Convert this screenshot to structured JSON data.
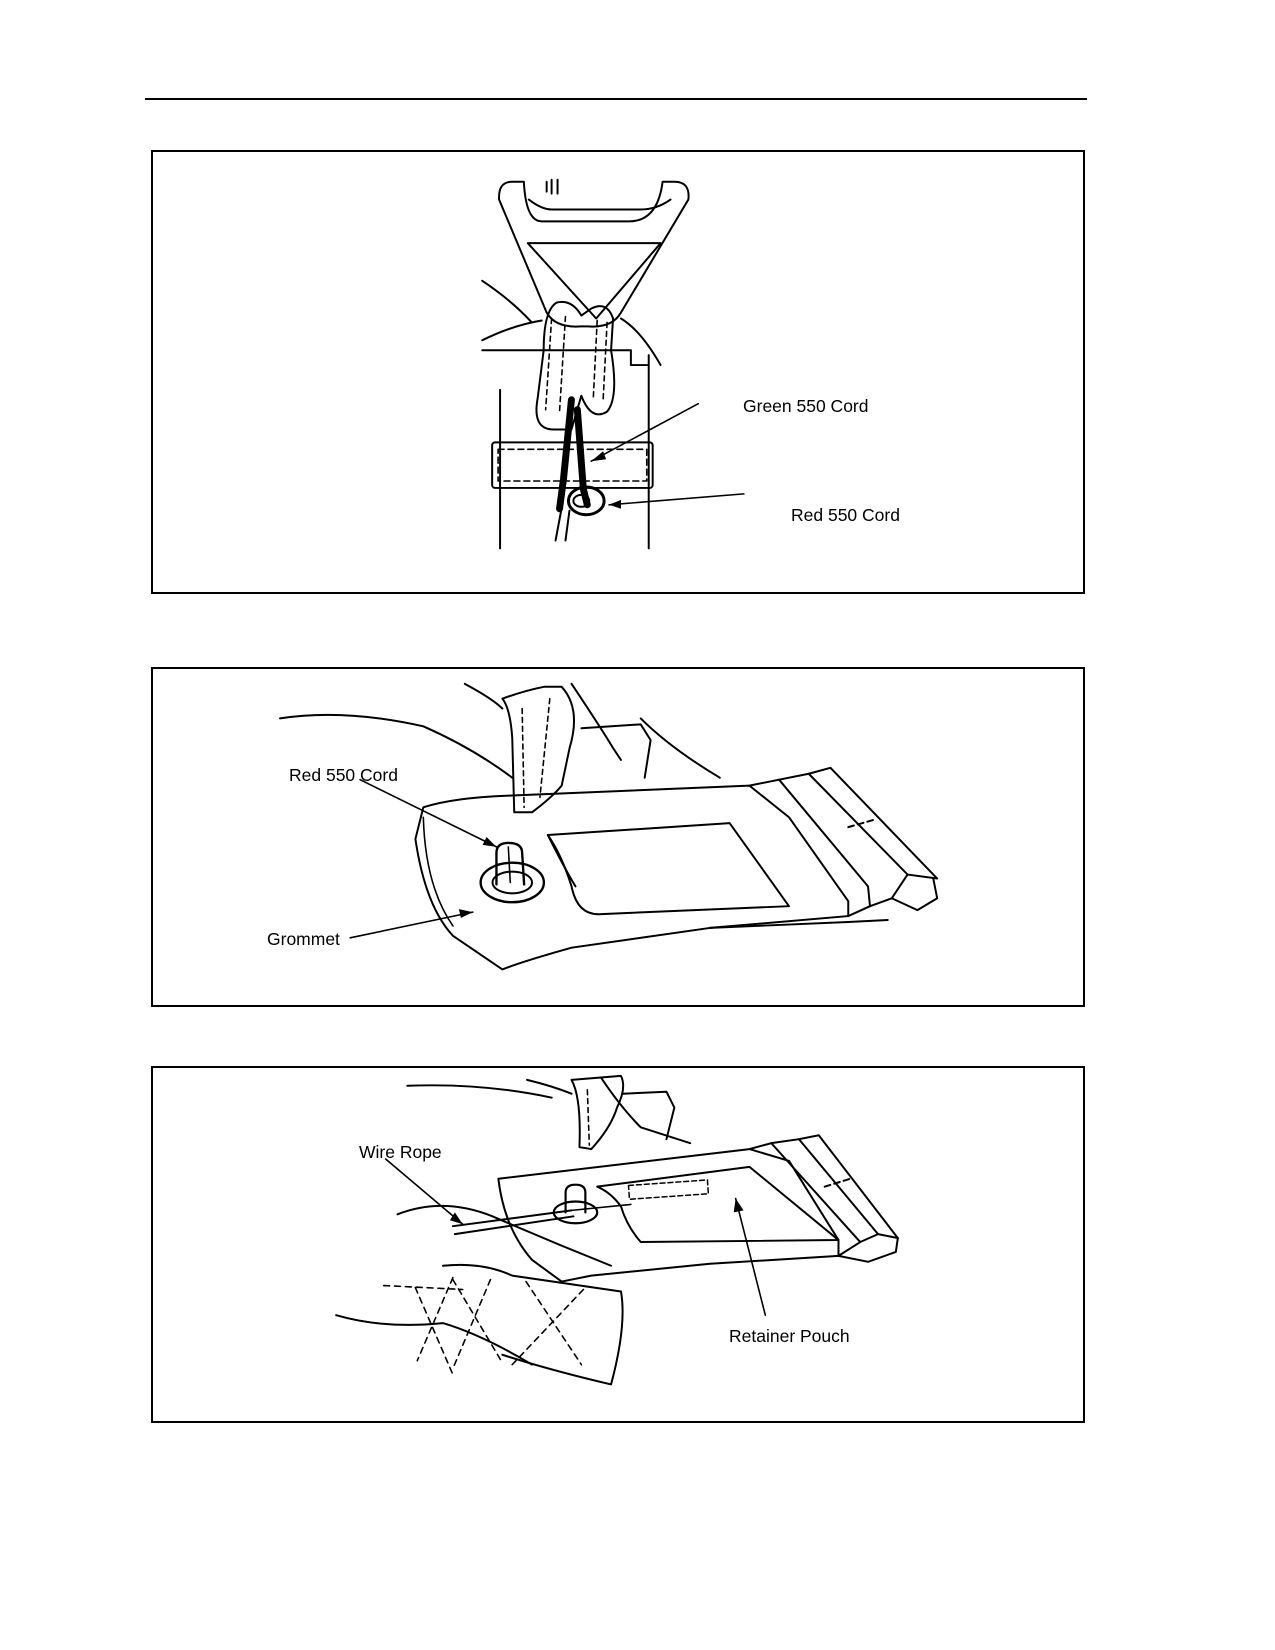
{
  "figures": [
    {
      "callouts": {
        "green_cord": "Green 550 Cord",
        "red_cord": "Red 550 Cord"
      }
    },
    {
      "callouts": {
        "red_cord": "Red 550 Cord",
        "grommet": "Grommet"
      }
    },
    {
      "callouts": {
        "wire_rope": "Wire Rope",
        "retainer_pouch": "Retainer Pouch"
      }
    }
  ]
}
